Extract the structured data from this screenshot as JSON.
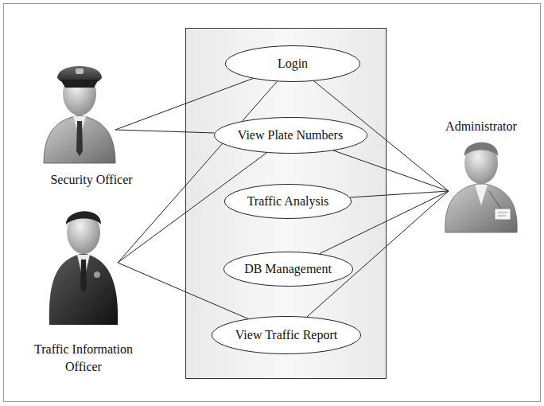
{
  "diagram": {
    "nodes": [
      {
        "text": [
          "Login"
        ]
      },
      {
        "text": [
          "View Plate Numbers"
        ]
      },
      {
        "text": [
          "Traffic Analysis"
        ]
      },
      {
        "text": [
          "DB Management"
        ]
      },
      {
        "text": [
          "View Traffic Report"
        ]
      },
      {
        "text": [
          "Security Officer"
        ]
      },
      {
        "text": [
          "Traffic Information Officer"
        ]
      },
      {
        "text": [
          "Administrator"
        ]
      }
    ],
    "edges": [
      {
        "from": 5,
        "to": 0,
        "arrow": "none"
      },
      {
        "from": 5,
        "to": 1,
        "arrow": "none"
      },
      {
        "from": 6,
        "to": 0,
        "arrow": "none"
      },
      {
        "from": 6,
        "to": 1,
        "arrow": "none"
      },
      {
        "from": 6,
        "to": 4,
        "arrow": "none"
      },
      {
        "from": 7,
        "to": 0,
        "arrow": "none"
      },
      {
        "from": 7,
        "to": 1,
        "arrow": "none"
      },
      {
        "from": 7,
        "to": 2,
        "arrow": "none"
      },
      {
        "from": 7,
        "to": 3,
        "arrow": "none"
      },
      {
        "from": 7,
        "to": 4,
        "arrow": "none"
      }
    ]
  }
}
